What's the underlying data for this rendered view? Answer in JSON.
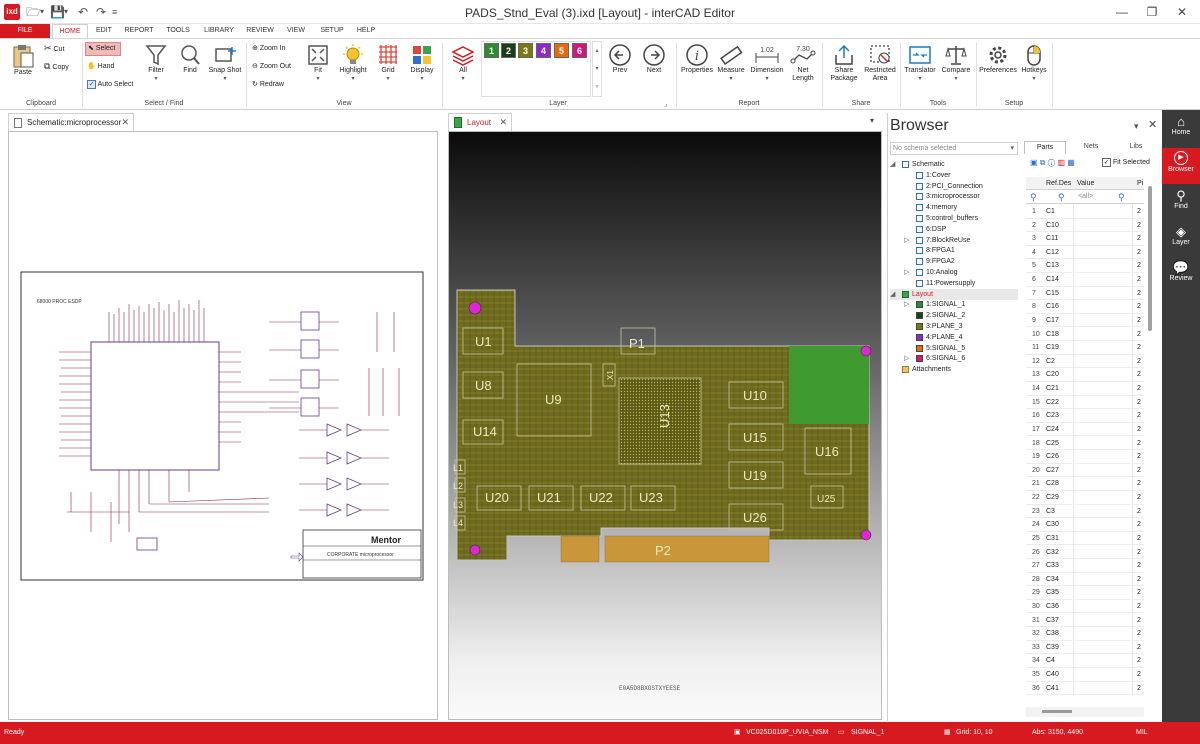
{
  "app": {
    "title": "PADS_Stnd_Eval (3).ixd [Layout] - interCAD Editor",
    "logo": "ixd"
  },
  "colors": {
    "accent": "#d71920",
    "board": "#6e6a1e",
    "bg_dark": "#202020"
  },
  "tabs": [
    "FILE",
    "HOME",
    "EDIT",
    "REPORT",
    "TOOLS",
    "LIBRARY",
    "REVIEW",
    "VIEW",
    "SETUP",
    "HELP"
  ],
  "ribbon": {
    "paste": "Paste",
    "cut": "Cut",
    "copy": "Copy",
    "clipboard": "Clipboard",
    "select": "Select",
    "hand": "Hand",
    "auto_select": "Auto Select",
    "filter": "Filter",
    "find": "Find",
    "snap_shot": "Snap Shot",
    "select_find": "Select / Find",
    "zoom_in": "Zoom In",
    "zoom_out": "Zoom Out",
    "redraw": "Redraw",
    "fit": "Fit",
    "highlight": "Highlight",
    "grid": "Grid",
    "display": "Display",
    "view": "View",
    "all": "All",
    "layer_buttons": [
      "1",
      "2",
      "3",
      "4",
      "5",
      "6"
    ],
    "layer_colors": [
      "#2e8b2e",
      "#1a3f1a",
      "#7a7a10",
      "#8e2bc6",
      "#e46b10",
      "#d0187a"
    ],
    "prev": "Prev",
    "next": "Next",
    "layer": "Layer",
    "properties": "Properties",
    "measure": "Measure",
    "dimension": "Dimension",
    "net_length": "Net Length",
    "dim_value": "1.02",
    "net_value": "7.30",
    "report": "Report",
    "share_package": "Share Package",
    "restricted_area": "Restricted Area",
    "share": "Share",
    "translator": "Translator",
    "compare": "Compare",
    "tools": "Tools",
    "preferences": "Preferences",
    "hotkeys": "Hotkeys",
    "setup": "Setup"
  },
  "doc_tabs": {
    "schematic": "Schematic:microprocessor",
    "layout": "Layout"
  },
  "schematic": {
    "title": "68000 PROC ESDP",
    "footer": "CORPORATE microprocessor",
    "logo": "Mentor"
  },
  "layout": {
    "components": [
      "U1",
      "P1",
      "U8",
      "U9",
      "U14",
      "U13",
      "U10",
      "U15",
      "U19",
      "U16",
      "U20",
      "U21",
      "U22",
      "U23",
      "U26",
      "U25",
      "P2",
      "L1",
      "L2",
      "L3",
      "L4",
      "X1"
    ],
    "bottom_text": "E0A5D8BXGSTXYEESE"
  },
  "browser": {
    "title": "Browser",
    "schema_placeholder": "No schema selected",
    "tabs": [
      "Parts",
      "Nets",
      "Libs"
    ],
    "fit_selected": "Fit Selected",
    "tree": [
      {
        "label": "Schematic",
        "level": 0,
        "exp": "open"
      },
      {
        "label": "1:Cover",
        "level": 1
      },
      {
        "label": "2:PCI_Connection",
        "level": 1
      },
      {
        "label": "3:microprocessor",
        "level": 1
      },
      {
        "label": "4:memory",
        "level": 1
      },
      {
        "label": "5:control_buffers",
        "level": 1
      },
      {
        "label": "6:DSP",
        "level": 1
      },
      {
        "label": "7:BlockReUse",
        "level": 1,
        "exp": "closed"
      },
      {
        "label": "8:FPGA1",
        "level": 1
      },
      {
        "label": "9:FPGA2",
        "level": 1
      },
      {
        "label": "10:Analog",
        "level": 1,
        "exp": "closed"
      },
      {
        "label": "11:Powersupply",
        "level": 1
      },
      {
        "label": "Layout",
        "level": 0,
        "exp": "open",
        "red": true
      },
      {
        "label": "1:SIGNAL_1",
        "level": 1,
        "c": "#2e8b2e",
        "exp": "closed"
      },
      {
        "label": "2:SIGNAL_2",
        "level": 1,
        "c": "#1a3f1a"
      },
      {
        "label": "3:PLANE_3",
        "level": 1,
        "c": "#7a7a10"
      },
      {
        "label": "4:PLANE_4",
        "level": 1,
        "c": "#8e2bc6"
      },
      {
        "label": "5:SIGNAL_5",
        "level": 1,
        "c": "#e46b10"
      },
      {
        "label": "6:SIGNAL_6",
        "level": 1,
        "c": "#d0187a",
        "exp": "closed"
      },
      {
        "label": "Attachments",
        "level": 0,
        "folder": true
      }
    ],
    "columns": [
      "Ref.Des",
      "Value",
      "Pi"
    ],
    "filter_value": "<all>",
    "rows": [
      [
        "1",
        "C1",
        "2"
      ],
      [
        "2",
        "C10",
        "2"
      ],
      [
        "3",
        "C11",
        "2"
      ],
      [
        "4",
        "C12",
        "2"
      ],
      [
        "5",
        "C13",
        "2"
      ],
      [
        "6",
        "C14",
        "2"
      ],
      [
        "7",
        "C15",
        "2"
      ],
      [
        "8",
        "C16",
        "2"
      ],
      [
        "9",
        "C17",
        "2"
      ],
      [
        "10",
        "C18",
        "2"
      ],
      [
        "11",
        "C19",
        "2"
      ],
      [
        "12",
        "C2",
        "2"
      ],
      [
        "13",
        "C20",
        "2"
      ],
      [
        "14",
        "C21",
        "2"
      ],
      [
        "15",
        "C22",
        "2"
      ],
      [
        "16",
        "C23",
        "2"
      ],
      [
        "17",
        "C24",
        "2"
      ],
      [
        "18",
        "C25",
        "2"
      ],
      [
        "19",
        "C26",
        "2"
      ],
      [
        "20",
        "C27",
        "2"
      ],
      [
        "21",
        "C28",
        "2"
      ],
      [
        "22",
        "C29",
        "2"
      ],
      [
        "23",
        "C3",
        "2"
      ],
      [
        "24",
        "C30",
        "2"
      ],
      [
        "25",
        "C31",
        "2"
      ],
      [
        "26",
        "C32",
        "2"
      ],
      [
        "27",
        "C33",
        "2"
      ],
      [
        "28",
        "C34",
        "2"
      ],
      [
        "29",
        "C35",
        "2"
      ],
      [
        "30",
        "C36",
        "2"
      ],
      [
        "31",
        "C37",
        "2"
      ],
      [
        "32",
        "C38",
        "2"
      ],
      [
        "33",
        "C39",
        "2"
      ],
      [
        "34",
        "C4",
        "2"
      ],
      [
        "35",
        "C40",
        "2"
      ],
      [
        "36",
        "C41",
        "2"
      ]
    ]
  },
  "sidebar": [
    "Home",
    "Browser",
    "Find",
    "Layer",
    "Review"
  ],
  "status": {
    "ready": "Ready",
    "layer_cfg": "VC025D010P_UVIA_NSM",
    "signal": "SIGNAL_1",
    "grid": "Grid: 10, 10",
    "abs": "Abs: 3150, 4490",
    "unit": "MIL"
  }
}
